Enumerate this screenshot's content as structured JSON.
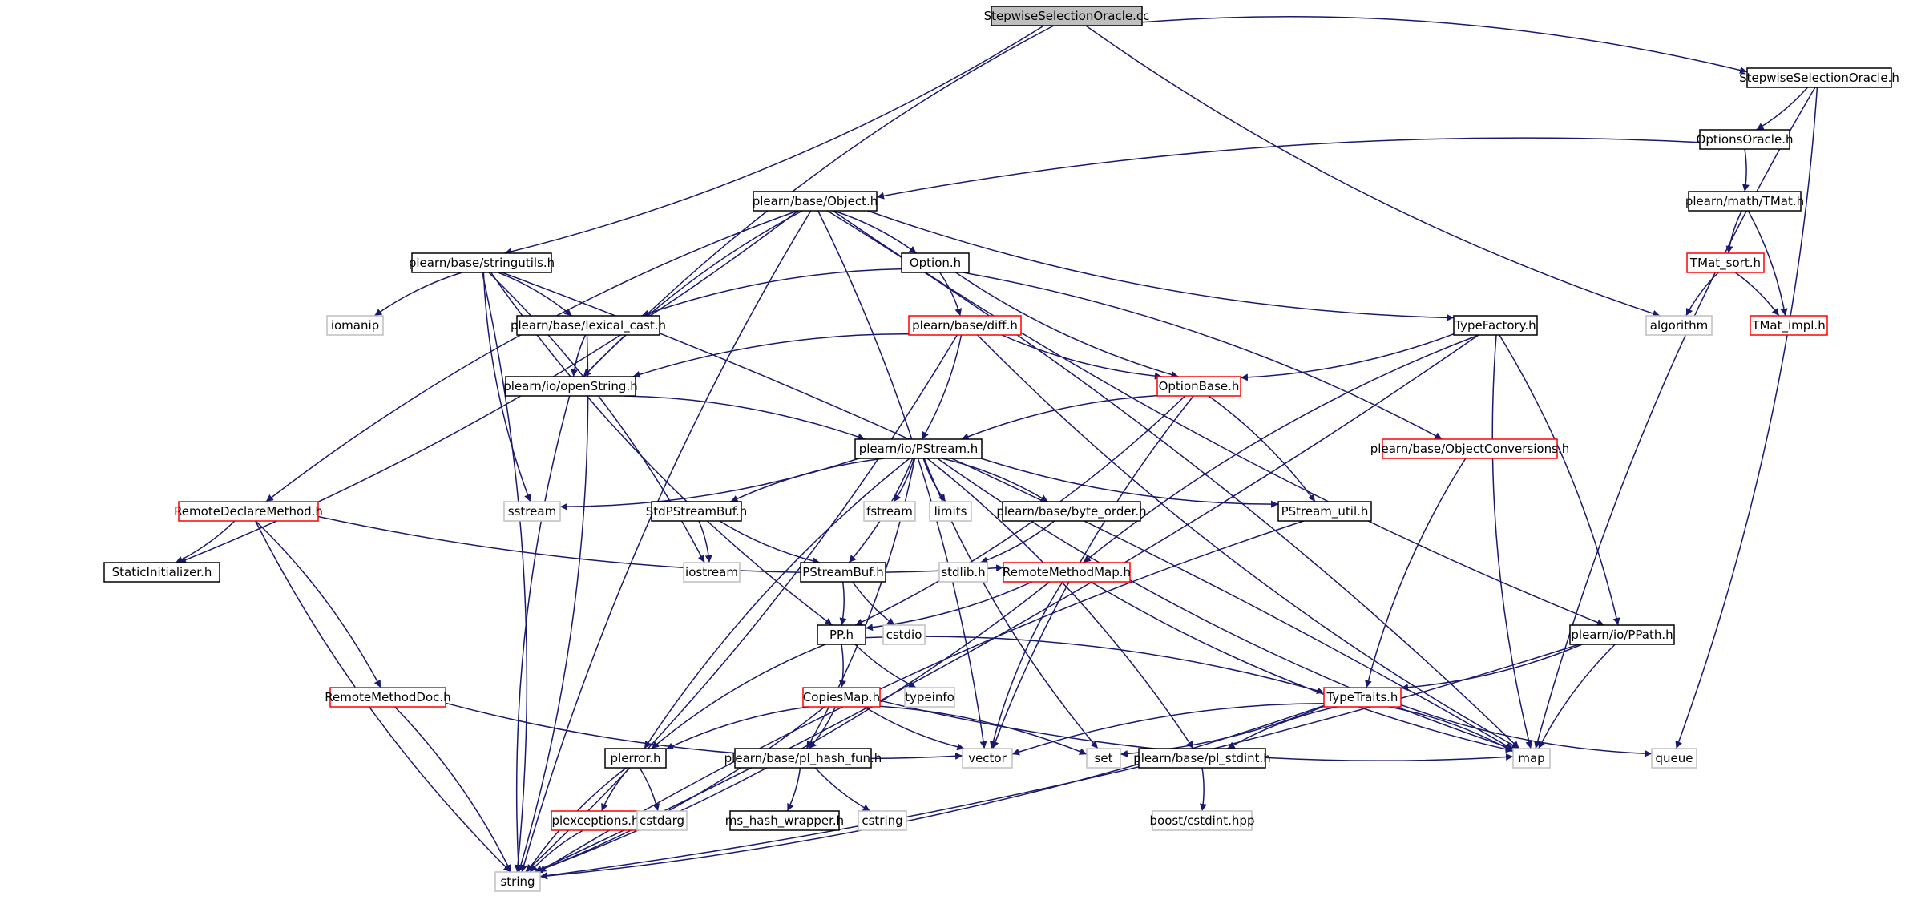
{
  "page": {
    "background": "#ffffff"
  },
  "colors": {
    "edge": "#191970",
    "normal_border": "#000000",
    "normal_fill": "#ffffff",
    "truncated_border": "#ff0000",
    "external_border": "#bfbfbf",
    "root_fill": "#bfbfbf",
    "root_border": "#000000"
  },
  "graph": {
    "nodes": [
      {
        "id": "root",
        "label": "StepwiseSelectionOracle.cc",
        "style": "root"
      },
      {
        "id": "sso_h",
        "label": "StepwiseSelectionOracle.h",
        "style": "normal"
      },
      {
        "id": "optoracle",
        "label": "OptionsOracle.h",
        "style": "normal"
      },
      {
        "id": "object",
        "label": "plearn/base/Object.h",
        "style": "normal"
      },
      {
        "id": "tmat",
        "label": "plearn/math/TMat.h",
        "style": "normal"
      },
      {
        "id": "tmatsort",
        "label": "TMat_sort.h",
        "style": "truncated"
      },
      {
        "id": "tmatimpl",
        "label": "TMat_impl.h",
        "style": "truncated"
      },
      {
        "id": "algorithm",
        "label": "algorithm",
        "style": "external"
      },
      {
        "id": "stringutils",
        "label": "plearn/base/stringutils.h",
        "style": "normal"
      },
      {
        "id": "option",
        "label": "Option.h",
        "style": "normal"
      },
      {
        "id": "typefactory",
        "label": "TypeFactory.h",
        "style": "normal"
      },
      {
        "id": "iomanip",
        "label": "iomanip",
        "style": "external"
      },
      {
        "id": "lexcast",
        "label": "plearn/base/lexical_cast.h",
        "style": "normal"
      },
      {
        "id": "diff",
        "label": "plearn/base/diff.h",
        "style": "truncated"
      },
      {
        "id": "openstring",
        "label": "plearn/io/openString.h",
        "style": "normal"
      },
      {
        "id": "optionbase",
        "label": "OptionBase.h",
        "style": "truncated"
      },
      {
        "id": "objconv",
        "label": "plearn/base/ObjectConversions.h",
        "style": "truncated"
      },
      {
        "id": "pstream",
        "label": "plearn/io/PStream.h",
        "style": "normal"
      },
      {
        "id": "remotedecl",
        "label": "RemoteDeclareMethod.h",
        "style": "truncated"
      },
      {
        "id": "sstream",
        "label": "sstream",
        "style": "external"
      },
      {
        "id": "stdpsb",
        "label": "StdPStreamBuf.h",
        "style": "normal"
      },
      {
        "id": "fstream",
        "label": "fstream",
        "style": "external"
      },
      {
        "id": "limits",
        "label": "limits",
        "style": "external"
      },
      {
        "id": "byteorder",
        "label": "plearn/base/byte_order.h",
        "style": "normal"
      },
      {
        "id": "pstreamutil",
        "label": "PStream_util.h",
        "style": "normal"
      },
      {
        "id": "staticinit",
        "label": "StaticInitializer.h",
        "style": "normal"
      },
      {
        "id": "iostream",
        "label": "iostream",
        "style": "external"
      },
      {
        "id": "psb",
        "label": "PStreamBuf.h",
        "style": "normal"
      },
      {
        "id": "stdlib",
        "label": "stdlib.h",
        "style": "external"
      },
      {
        "id": "rmm",
        "label": "RemoteMethodMap.h",
        "style": "truncated"
      },
      {
        "id": "cstdio",
        "label": "cstdio",
        "style": "external"
      },
      {
        "id": "pp",
        "label": "PP.h",
        "style": "normal"
      },
      {
        "id": "ppath",
        "label": "plearn/io/PPath.h",
        "style": "normal"
      },
      {
        "id": "remotedoc",
        "label": "RemoteMethodDoc.h",
        "style": "truncated"
      },
      {
        "id": "copiesmap",
        "label": "CopiesMap.h",
        "style": "truncated"
      },
      {
        "id": "typeinfo",
        "label": "typeinfo",
        "style": "external"
      },
      {
        "id": "typetraits",
        "label": "TypeTraits.h",
        "style": "truncated"
      },
      {
        "id": "plerror",
        "label": "plerror.h",
        "style": "normal"
      },
      {
        "id": "hashfun",
        "label": "plearn/base/pl_hash_fun.h",
        "style": "normal"
      },
      {
        "id": "vector",
        "label": "vector",
        "style": "external"
      },
      {
        "id": "set",
        "label": "set",
        "style": "external"
      },
      {
        "id": "stdint",
        "label": "plearn/base/pl_stdint.h",
        "style": "normal"
      },
      {
        "id": "map",
        "label": "map",
        "style": "external"
      },
      {
        "id": "queue",
        "label": "queue",
        "style": "external"
      },
      {
        "id": "plexceptions",
        "label": "plexceptions.h",
        "style": "truncated"
      },
      {
        "id": "cstdarg",
        "label": "cstdarg",
        "style": "external"
      },
      {
        "id": "mshash",
        "label": "ms_hash_wrapper.h",
        "style": "normal"
      },
      {
        "id": "cstring",
        "label": "cstring",
        "style": "external"
      },
      {
        "id": "boostcstdint",
        "label": "boost/cstdint.hpp",
        "style": "external"
      },
      {
        "id": "string",
        "label": "string",
        "style": "external"
      }
    ],
    "edges": [
      [
        "root",
        "sso_h"
      ],
      [
        "root",
        "algorithm"
      ],
      [
        "root",
        "stringutils"
      ],
      [
        "root",
        "openstring"
      ],
      [
        "sso_h",
        "optoracle"
      ],
      [
        "sso_h",
        "map"
      ],
      [
        "sso_h",
        "queue"
      ],
      [
        "optoracle",
        "object"
      ],
      [
        "optoracle",
        "tmat"
      ],
      [
        "tmat",
        "tmatsort"
      ],
      [
        "tmat",
        "tmatimpl"
      ],
      [
        "tmatsort",
        "algorithm"
      ],
      [
        "tmatsort",
        "tmatimpl"
      ],
      [
        "object",
        "string"
      ],
      [
        "object",
        "staticinit"
      ],
      [
        "object",
        "remotedecl"
      ],
      [
        "object",
        "option"
      ],
      [
        "object",
        "openstring"
      ],
      [
        "object",
        "vector"
      ],
      [
        "object",
        "typefactory"
      ],
      [
        "object",
        "map"
      ],
      [
        "object",
        "ppath"
      ],
      [
        "stringutils",
        "string"
      ],
      [
        "stringutils",
        "iomanip"
      ],
      [
        "stringutils",
        "lexcast"
      ],
      [
        "stringutils",
        "sstream"
      ],
      [
        "stringutils",
        "iostream"
      ],
      [
        "stringutils",
        "pp"
      ],
      [
        "stringutils",
        "map"
      ],
      [
        "option",
        "lexcast"
      ],
      [
        "option",
        "diff"
      ],
      [
        "option",
        "optionbase"
      ],
      [
        "option",
        "objconv"
      ],
      [
        "lexcast",
        "openstring"
      ],
      [
        "lexcast",
        "string"
      ],
      [
        "diff",
        "openstring"
      ],
      [
        "diff",
        "pstream"
      ],
      [
        "diff",
        "optionbase"
      ],
      [
        "diff",
        "string"
      ],
      [
        "diff",
        "map"
      ],
      [
        "openstring",
        "pstream"
      ],
      [
        "openstring",
        "string"
      ],
      [
        "typefactory",
        "optionbase"
      ],
      [
        "typefactory",
        "rmm"
      ],
      [
        "typefactory",
        "ppath"
      ],
      [
        "typefactory",
        "map"
      ],
      [
        "typefactory",
        "string"
      ],
      [
        "optionbase",
        "pstream"
      ],
      [
        "optionbase",
        "pstreamutil"
      ],
      [
        "optionbase",
        "vector"
      ],
      [
        "optionbase",
        "pp"
      ],
      [
        "objconv",
        "typetraits"
      ],
      [
        "pstream",
        "sstream"
      ],
      [
        "pstream",
        "stdpsb"
      ],
      [
        "pstream",
        "fstream"
      ],
      [
        "pstream",
        "limits"
      ],
      [
        "pstream",
        "byteorder"
      ],
      [
        "pstream",
        "pstreamutil"
      ],
      [
        "pstream",
        "psb"
      ],
      [
        "pstream",
        "plerror"
      ],
      [
        "pstream",
        "hashfun"
      ],
      [
        "pstream",
        "set"
      ],
      [
        "pstream",
        "stdint"
      ],
      [
        "pstream",
        "map"
      ],
      [
        "remotedecl",
        "staticinit"
      ],
      [
        "remotedecl",
        "rmm"
      ],
      [
        "remotedecl",
        "remotedoc"
      ],
      [
        "remotedecl",
        "string"
      ],
      [
        "stdpsb",
        "iostream"
      ],
      [
        "stdpsb",
        "psb"
      ],
      [
        "byteorder",
        "stdlib"
      ],
      [
        "pstreamutil",
        "string"
      ],
      [
        "psb",
        "pp"
      ],
      [
        "psb",
        "cstdio"
      ],
      [
        "rmm",
        "pp"
      ],
      [
        "rmm",
        "vector"
      ],
      [
        "rmm",
        "string"
      ],
      [
        "rmm",
        "map"
      ],
      [
        "pp",
        "copiesmap"
      ],
      [
        "pp",
        "typeinfo"
      ],
      [
        "pp",
        "typetraits"
      ],
      [
        "pp",
        "plerror"
      ],
      [
        "ppath",
        "typetraits"
      ],
      [
        "ppath",
        "map"
      ],
      [
        "ppath",
        "string"
      ],
      [
        "remotedoc",
        "vector"
      ],
      [
        "remotedoc",
        "string"
      ],
      [
        "copiesmap",
        "plerror"
      ],
      [
        "copiesmap",
        "hashfun"
      ],
      [
        "copiesmap",
        "vector"
      ],
      [
        "copiesmap",
        "set"
      ],
      [
        "copiesmap",
        "map"
      ],
      [
        "copiesmap",
        "string"
      ],
      [
        "typetraits",
        "vector"
      ],
      [
        "typetraits",
        "set"
      ],
      [
        "typetraits",
        "stdint"
      ],
      [
        "typetraits",
        "map"
      ],
      [
        "typetraits",
        "queue"
      ],
      [
        "typetraits",
        "string"
      ],
      [
        "plerror",
        "plexceptions"
      ],
      [
        "plerror",
        "cstdarg"
      ],
      [
        "plerror",
        "string"
      ],
      [
        "hashfun",
        "mshash"
      ],
      [
        "hashfun",
        "cstring"
      ],
      [
        "stdint",
        "boostcstdint"
      ],
      [
        "plexceptions",
        "string"
      ]
    ]
  }
}
